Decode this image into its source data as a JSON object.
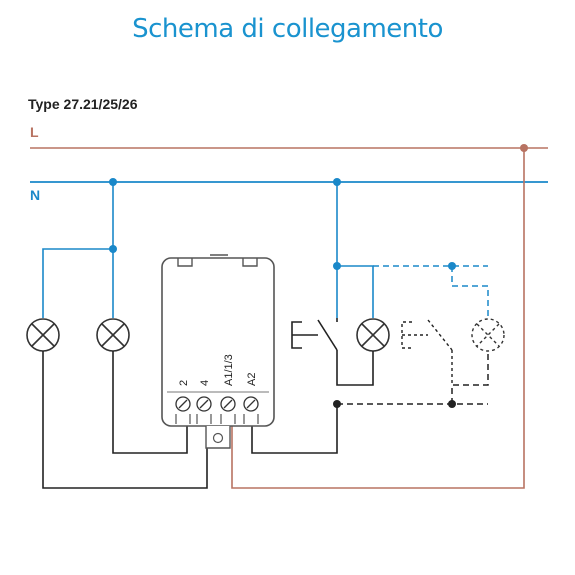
{
  "title": "Schema di collegamento",
  "type_label": "Type 27.21/25/26",
  "lines": {
    "live": "L",
    "neutral": "N"
  },
  "terminals": [
    "2",
    "4",
    "A1/1/3",
    "A2"
  ],
  "colors": {
    "title": "#1a93cf",
    "live": "#b87362",
    "neutral": "#1a88c9",
    "wire": "#222222",
    "device": "#555555"
  },
  "icons": [
    "lamp-icon",
    "push-button-icon",
    "relay-device-icon"
  ]
}
